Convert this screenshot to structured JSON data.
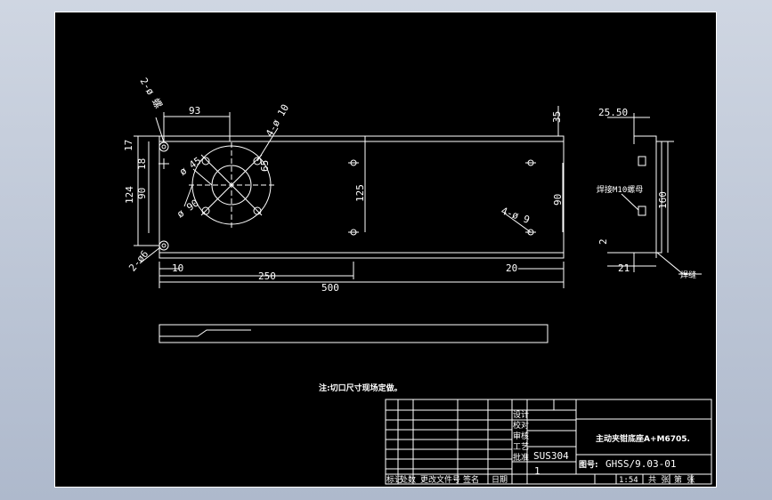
{
  "dimensions": {
    "d93": "93",
    "d35": "35",
    "d2550": "25.50",
    "d17": "17",
    "d18": "18",
    "d124": "124",
    "d90_left": "90",
    "d125": "125",
    "d90_right": "90",
    "d160": "160",
    "d2": "2",
    "d21": "21",
    "d10": "10",
    "d250": "250",
    "d500": "500",
    "d20": "20",
    "d65": "65",
    "phi45": "ø 45",
    "phi90": "ø 90",
    "holes_4phi10": "4-ø 10",
    "holes_4phi9": "4-ø 9",
    "holes_2phi_top": "2-ø 螺",
    "holes_2phi_bottom": "2-ø6"
  },
  "annotations": {
    "side_note": "焊接M10螺母",
    "weld_note": "焊缝",
    "main_note": "注:切口尺寸现场定做。"
  },
  "title_block": {
    "material": "SUS304",
    "quantity": "1",
    "part_name": "主动夹钳底座A+M6705.",
    "drawing_no_label": "图号:",
    "drawing_no": "GHSS/9.03-01",
    "scale_row": "共 张 第 张",
    "scale_value": "1:54",
    "headers": [
      "标记",
      "处数",
      "更改文件号",
      "签名",
      "日期"
    ],
    "left_labels": [
      "设计",
      "校对",
      "审核",
      "工艺",
      "批准"
    ]
  }
}
